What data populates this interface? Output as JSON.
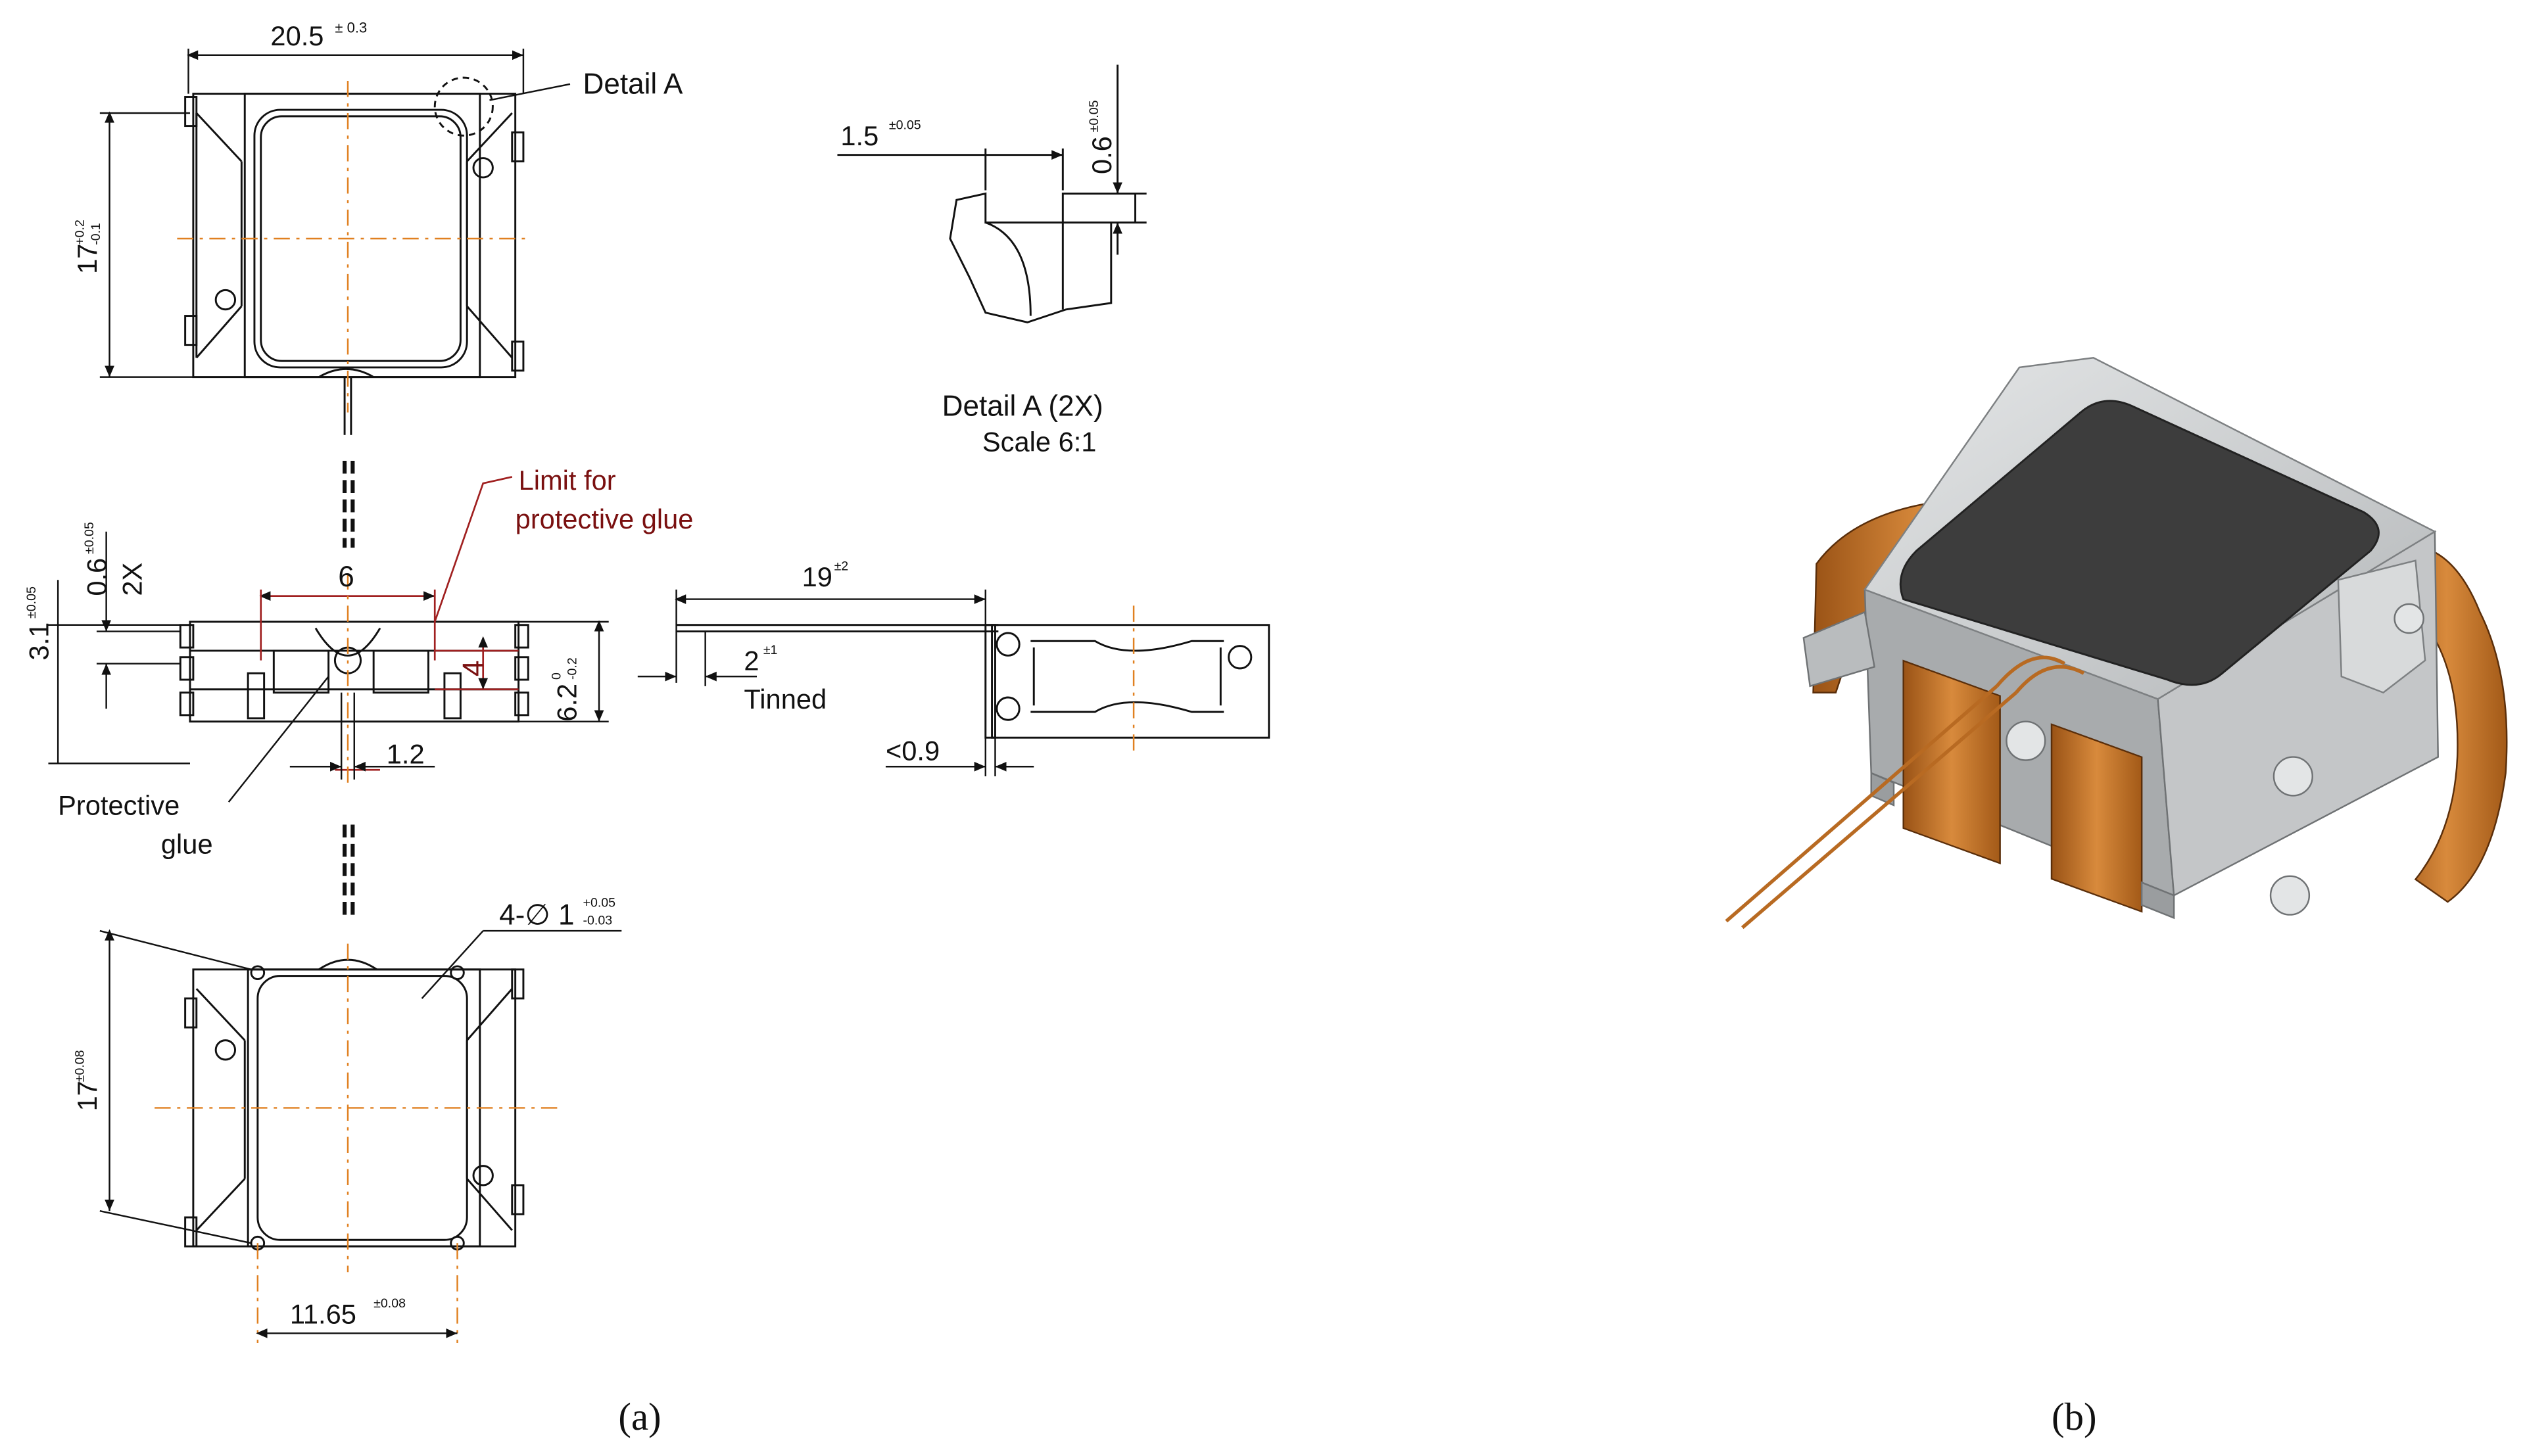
{
  "colors": {
    "line": "#111111",
    "centerline": "#e08020",
    "glue_limit": "#a02020",
    "metal": "#c9cbcd",
    "metal_dark": "#8e9193",
    "mirror": "#3d3d3d",
    "copper": "#b86a22"
  },
  "top_view": {
    "width_dim": "20.5",
    "width_tol": "± 0.3",
    "height_dim": "17",
    "height_tol_upper": "+0.2",
    "height_tol_lower": "-0.1",
    "detail_callout": "Detail A"
  },
  "detail_a": {
    "dim_width": "1.5",
    "dim_width_tol": "±0.05",
    "dim_height": "0.6",
    "dim_height_tol": "±0.05",
    "title": "Detail A (2X)",
    "scale": "Scale 6:1"
  },
  "side_view": {
    "glue_limit_line1": "Limit for",
    "glue_limit_line2": "protective glue",
    "dim_slot_width": "6",
    "dim_slot_height": "4",
    "dim_hole": "1.2",
    "dim_flex": "0.6",
    "dim_flex_tol": "±0.05",
    "dim_flex_qty": "2X",
    "dim_offset": "3.1",
    "dim_offset_tol": "±0.05",
    "dim_thickness": "6.2",
    "dim_thickness_tol_upper": "0",
    "dim_thickness_tol_lower": "-0.2",
    "protective_glue_line1": "Protective",
    "protective_glue_line2": "glue"
  },
  "wire_view": {
    "dim_length": "19",
    "dim_length_tol": "±2",
    "dim_tinned": "2",
    "dim_tinned_tol": "±1",
    "tinned_label": "Tinned",
    "dim_gap": "<0.9"
  },
  "bottom_view": {
    "holes_dim": "4-∅ 1",
    "holes_tol_upper": "+0.05",
    "holes_tol_lower": "-0.03",
    "height_dim": "17",
    "height_tol": "±0.08",
    "width_dim": "11.65",
    "width_tol": "±0.08"
  },
  "captions": {
    "a": "(a)",
    "b": "(b)"
  }
}
